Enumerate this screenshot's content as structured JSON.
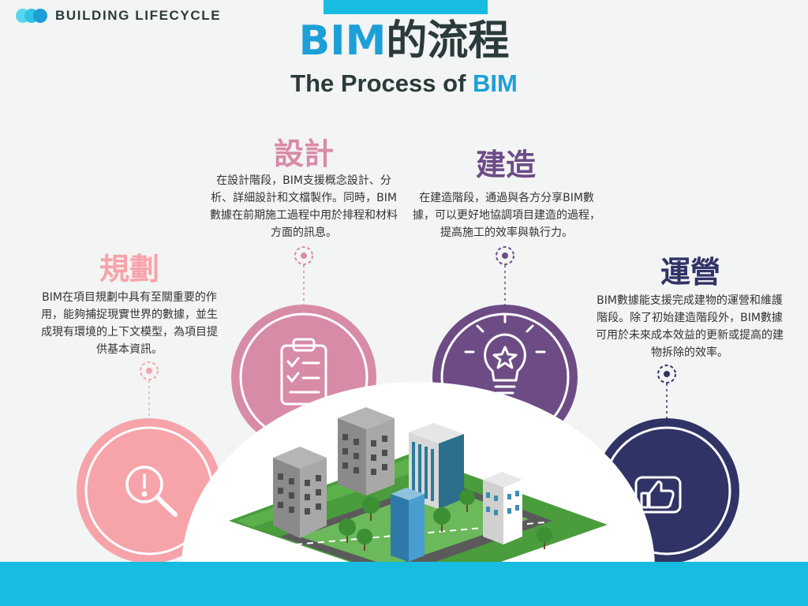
{
  "brand": {
    "name": "BUILDING LIFECYCLE"
  },
  "header": {
    "title_accent": "BIM",
    "title_rest": "的流程",
    "subtitle_prefix": "The Process of ",
    "subtitle_accent": "BIM"
  },
  "stages": {
    "planning": {
      "title": "規劃",
      "description": "BIM在項目規劃中具有至關重要的作用，能夠捕捉現實世界的數據，並生成現有環境的上下文模型，為項目提供基本資訊。",
      "color": "#f6a4aa",
      "icon": "magnifier-alert-icon"
    },
    "design": {
      "title": "設計",
      "description": "在設計階段，BIM支援概念設計、分析、詳細設計和文檔製作。同時，BIM數據在前期施工過程中用於排程和材料方面的訊息。",
      "color": "#d88ba7",
      "icon": "clipboard-checklist-icon"
    },
    "construction": {
      "title": "建造",
      "description": "在建造階段，通過與各方分享BIM數據，可以更好地協調項目建造的過程，提高施工的效率與執行力。",
      "color": "#6d4c86",
      "icon": "lightbulb-star-icon"
    },
    "operation": {
      "title": "運營",
      "description": "BIM數據能支援完成建物的運營和維護階段。除了初始建造階段外，BIM數據可用於未來成本效益的更新或提高的建物拆除的效率。",
      "color": "#303365",
      "icon": "thumbs-up-icon"
    }
  },
  "colors": {
    "accent_blue": "#1d9fd8",
    "band_cyan": "#17bde0",
    "dark_text": "#2b3a3a",
    "background": "#f3f4f4"
  },
  "illustration": "city-buildings-icon"
}
